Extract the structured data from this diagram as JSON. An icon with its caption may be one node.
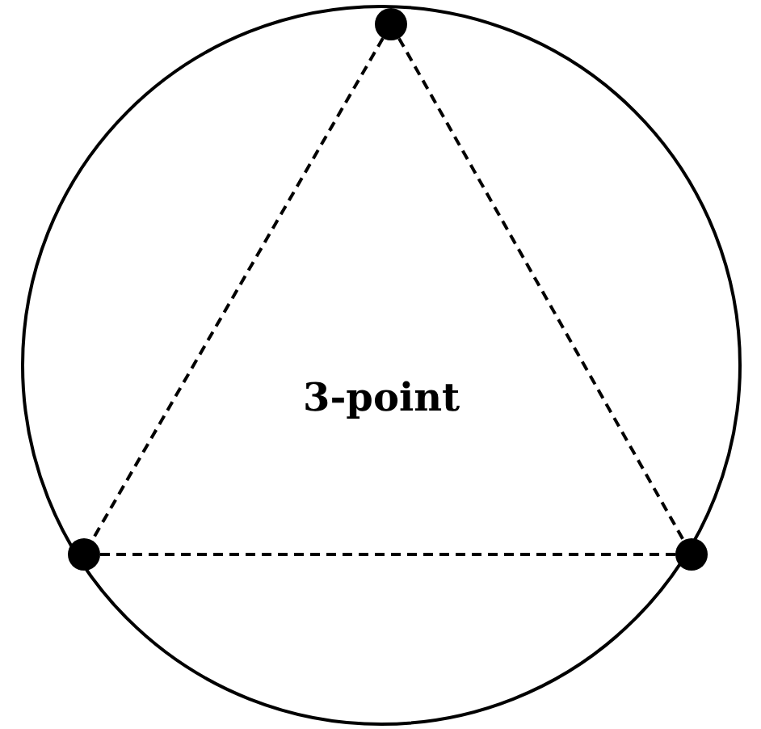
{
  "diagram": {
    "nodes": [
      {
        "text": [],
        "shape": "circle"
      },
      {
        "text": [],
        "shape": "circle"
      },
      {
        "text": [],
        "shape": "circle"
      }
    ],
    "edges": [
      {
        "from": 0,
        "to": 1,
        "arrow": "none",
        "style": "dashed"
      },
      {
        "from": 0,
        "to": 2,
        "arrow": "none",
        "style": "dashed"
      },
      {
        "from": 1,
        "to": 2,
        "arrow": "none",
        "style": "dashed"
      }
    ],
    "labels": [
      "3-point"
    ]
  }
}
